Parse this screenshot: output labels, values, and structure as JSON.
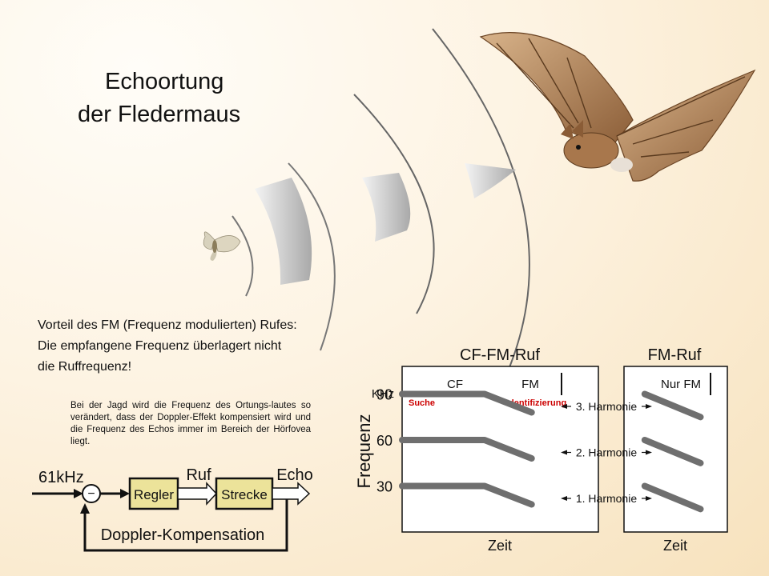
{
  "title": {
    "line1": "Echoortung",
    "line2": "der Fledermaus"
  },
  "advantage": {
    "line1": "Vorteil des FM (Frequenz modulierten) Rufes:",
    "line2": "Die empfangene Frequenz überlagert nicht",
    "line3": "die Ruffrequenz!"
  },
  "hunt_note": "Bei der Jagd wird die Frequenz des Ortungs-lautes so verändert, dass der Doppler-Effekt kompensiert wird und die Frequenz des Echos immer im Bereich der Hörfovea liegt.",
  "control_loop": {
    "input_label": "61kHz",
    "minus_sign": "−",
    "regler": "Regler",
    "ruf": "Ruf",
    "strecke": "Strecke",
    "echo": "Echo",
    "feedback": "Doppler-Kompensation"
  },
  "colors": {
    "track": "#6f6f6f",
    "red_label": "#cc0000",
    "block_fill": "#ece39a"
  },
  "chart_data": {
    "type": "line",
    "panels": [
      {
        "title": "CF-FM-Ruf",
        "section_labels": [
          "CF",
          "FM"
        ],
        "phase_labels": [
          "Suche",
          "Identifizierung"
        ],
        "series": [
          {
            "name": "3. Harmonie",
            "points": [
              [
                0,
                90
              ],
              [
                0.42,
                90
              ],
              [
                0.66,
                78
              ]
            ]
          },
          {
            "name": "2. Harmonie",
            "points": [
              [
                0,
                60
              ],
              [
                0.42,
                60
              ],
              [
                0.66,
                48
              ]
            ]
          },
          {
            "name": "1. Harmonie",
            "points": [
              [
                0,
                30
              ],
              [
                0.42,
                30
              ],
              [
                0.66,
                18
              ]
            ]
          }
        ],
        "xlabel": "Zeit"
      },
      {
        "title": "FM-Ruf",
        "section_labels": [
          "Nur FM"
        ],
        "series": [
          {
            "name": "3. Harmonie",
            "points": [
              [
                0.2,
                90
              ],
              [
                0.74,
                75
              ]
            ]
          },
          {
            "name": "2. Harmonie",
            "points": [
              [
                0.2,
                60
              ],
              [
                0.74,
                45
              ]
            ]
          },
          {
            "name": "1. Harmonie",
            "points": [
              [
                0.2,
                30
              ],
              [
                0.74,
                15
              ]
            ]
          }
        ],
        "xlabel": "Zeit"
      }
    ],
    "harmonic_labels": [
      "3. Harmonie",
      "2. Harmonie",
      "1. Harmonie"
    ],
    "yunit": "KHz",
    "ylabel": "Frequenz",
    "yticks": [
      90,
      60,
      30
    ],
    "ylim": [
      0,
      108
    ]
  }
}
